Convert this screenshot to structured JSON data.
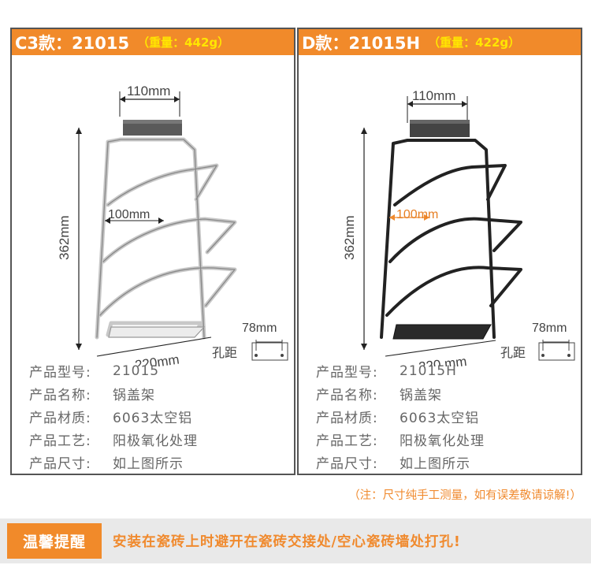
{
  "products": [
    {
      "title": "C3款：21015",
      "weight": "（重量：442g）",
      "dims": {
        "top_width": "110mm",
        "height": "362mm",
        "inner_width": "100mm",
        "base_width": "220mm",
        "hole_spacing": "78mm",
        "hole_label": "孔距"
      },
      "color": "silver",
      "specs": [
        {
          "label": "产品型号:",
          "value": "21015"
        },
        {
          "label": "产品名称:",
          "value": "锅盖架"
        },
        {
          "label": "产品材质:",
          "value": "6063太空铝"
        },
        {
          "label": "产品工艺:",
          "value": "阳极氧化处理"
        },
        {
          "label": "产品尺寸:",
          "value": "如上图所示"
        }
      ]
    },
    {
      "title": "D款：21015H",
      "weight": "（重量：422g）",
      "dims": {
        "top_width": "110mm",
        "height": "362mm",
        "inner_width": "100mm",
        "base_width": "220 mm",
        "hole_spacing": "78mm",
        "hole_label": "孔距"
      },
      "color": "black",
      "specs": [
        {
          "label": "产品型号:",
          "value": "21015H"
        },
        {
          "label": "产品名称:",
          "value": "锅盖架"
        },
        {
          "label": "产品材质:",
          "value": "6063太空铝"
        },
        {
          "label": "产品工艺:",
          "value": "阳极氧化处理"
        },
        {
          "label": "产品尺寸:",
          "value": "如上图所示"
        }
      ]
    }
  ],
  "note": "（注：尺寸纯手工测量，如有误差敬请谅解!）",
  "tip": {
    "title": "温馨提醒",
    "text": "安装在瓷砖上时避开在瓷砖交接处/空心瓷砖墙处打孔!"
  },
  "colors": {
    "accent": "#f18a2a",
    "weight": "#ffe600",
    "border": "#555555"
  }
}
